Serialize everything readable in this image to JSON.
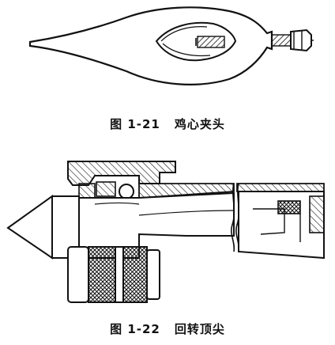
{
  "figures": [
    {
      "number": "图 1-21",
      "title": "鸡心夹头"
    },
    {
      "number": "图 1-22",
      "title": "回转顶尖"
    }
  ]
}
